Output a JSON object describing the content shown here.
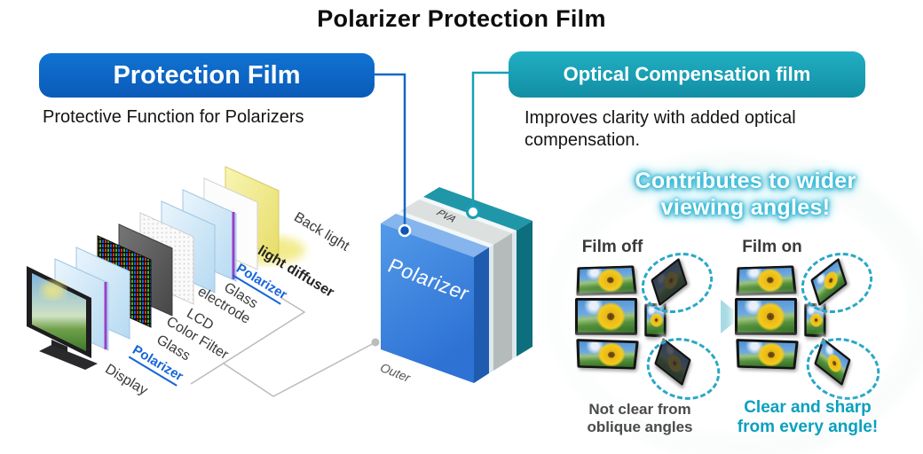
{
  "title": "Polarizer Protection Film",
  "protection": {
    "button_label": "Protection Film",
    "subtitle": "Protective Function for Polarizers"
  },
  "compensation": {
    "button_label": "Optical Compensation  film",
    "subtitle_line1": "Improves clarity with added optical",
    "subtitle_line2": "compensation."
  },
  "display_stack": {
    "labels": [
      "Display",
      "Polarizer",
      "Glass",
      "Color Filter",
      "LCD",
      "electrode",
      "Glass",
      "Polarizer",
      "light diffuser",
      "Back light"
    ]
  },
  "polarizer_box": {
    "front_label": "Polarizer",
    "top_label": "PVA",
    "bottom_label": "Outer"
  },
  "viewing_angles": {
    "headline_line1": "Contributes to wider",
    "headline_line2": "viewing angles!",
    "film_off": {
      "label": "Film off",
      "caption_line1": "Not clear from",
      "caption_line2": "oblique angles"
    },
    "film_on": {
      "label": "Film on",
      "caption_line1": "Clear and sharp",
      "caption_line2": "from every angle!"
    }
  },
  "colors": {
    "protection_blue": "#0d63c4",
    "compensation_teal": "#17a0b6",
    "polarizer_label_blue": "#1565d8",
    "glow_cyan": "#2ab6d4",
    "connector_gray": "#bcbcbc"
  }
}
